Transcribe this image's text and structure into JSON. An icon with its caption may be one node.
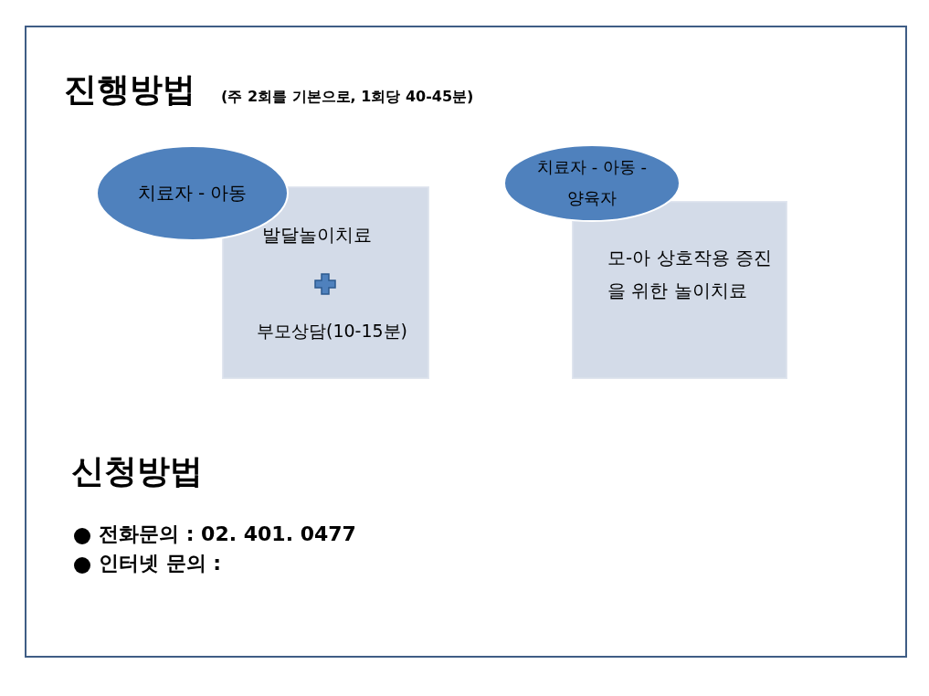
{
  "diagram": {
    "title": "진행방법",
    "nodes": [
      {
        "text": [
          "치료자 - 아동"
        ]
      },
      {
        "text": [
          "발달놀이치료",
          "부모상담(10-15분)"
        ]
      },
      {
        "text": [
          "치료자 - 아동 -양육자"
        ]
      },
      {
        "text": [
          "모-아 상호작용 증진을 위한 놀이치료"
        ]
      }
    ],
    "edges": [],
    "labels": [
      "(주 2회를 기본으로, 1회당 40-45분)",
      "신청방법",
      "전화문의 : 02. 401. 0477",
      "인터넷 문의 :"
    ]
  }
}
